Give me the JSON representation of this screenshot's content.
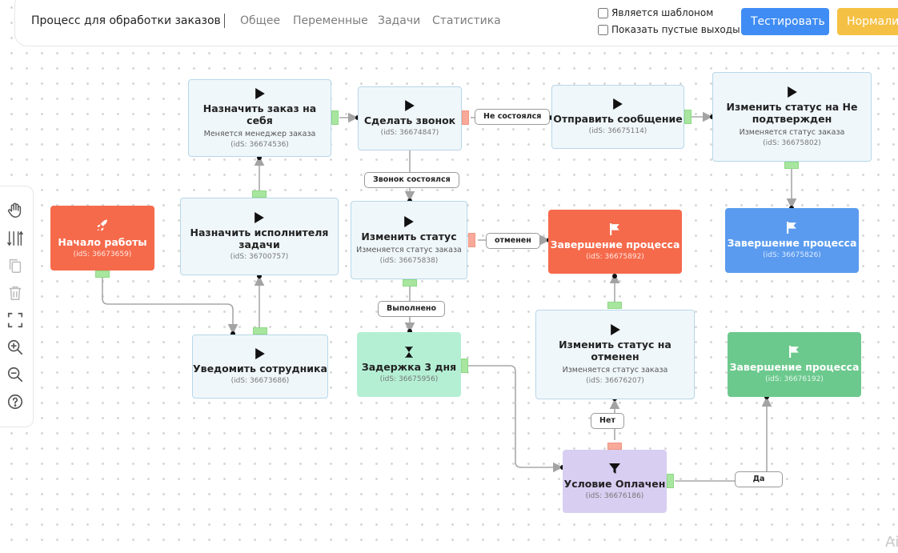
{
  "header": {
    "process_title": "Процесс для обработки заказов",
    "tabs": [
      "Общее",
      "Переменные",
      "Задачи",
      "Статистика"
    ],
    "checkbox_template": "Является шаблоном",
    "checkbox_empty_outputs": "Показать пустые выходы",
    "test_button": "Тестировать",
    "normalize_button": "Нормализовать"
  },
  "toolbar": [
    "hand-icon",
    "arrange-icon",
    "copy-icon",
    "trash-icon",
    "fit-screen-icon",
    "zoom-in-icon",
    "zoom-out-icon",
    "help-icon"
  ],
  "nodes": {
    "start": {
      "title": "Начало работы",
      "ids": "(idS: 36673659)"
    },
    "assign_self": {
      "title": "Назначить заказ на себя",
      "sub": "Меняется менеджер заказа",
      "ids": "(idS: 36674536)"
    },
    "call": {
      "title": "Сделать звонок",
      "ids": "(idS: 36674847)"
    },
    "send_msg": {
      "title": "Отправить сообщение",
      "ids": "(idS: 36675114)"
    },
    "status_unconfirmed": {
      "title": "Изменить статус на Не подтвержден",
      "sub": "Изменяется статус заказа",
      "ids": "(idS: 36675802)"
    },
    "assign_exec": {
      "title": "Назначить исполнителя задачи",
      "ids": "(idS: 36700757)"
    },
    "change_status": {
      "title": "Изменить статус",
      "sub": "Изменяется статус заказа",
      "ids": "(idS: 36675838)"
    },
    "end_red": {
      "title": "Завершение процесса",
      "ids": "(idS: 36675892)"
    },
    "end_blue": {
      "title": "Завершение процесса",
      "ids": "(idS: 36675826)"
    },
    "notify": {
      "title": "Уведомить сотрудника",
      "ids": "(idS: 36673686)"
    },
    "delay": {
      "title": "Задержка 3 дня",
      "ids": "(idS: 36675956)"
    },
    "status_cancel": {
      "title": "Изменить статус на отменен",
      "sub": "Изменяется статус заказа",
      "ids": "(idS: 36676207)"
    },
    "end_green": {
      "title": "Завершение процесса",
      "ids": "(idS: 36676192)"
    },
    "cond_paid": {
      "title": "Условие Оплачен",
      "ids": "(idS: 36676186)"
    }
  },
  "edge_labels": {
    "not_happened": "Не состоялся",
    "happened": "Звонок состоялся",
    "cancelled": "отменен",
    "done": "Выполнено",
    "no": "Нет",
    "yes": "Да"
  },
  "corner_text": "Ai"
}
